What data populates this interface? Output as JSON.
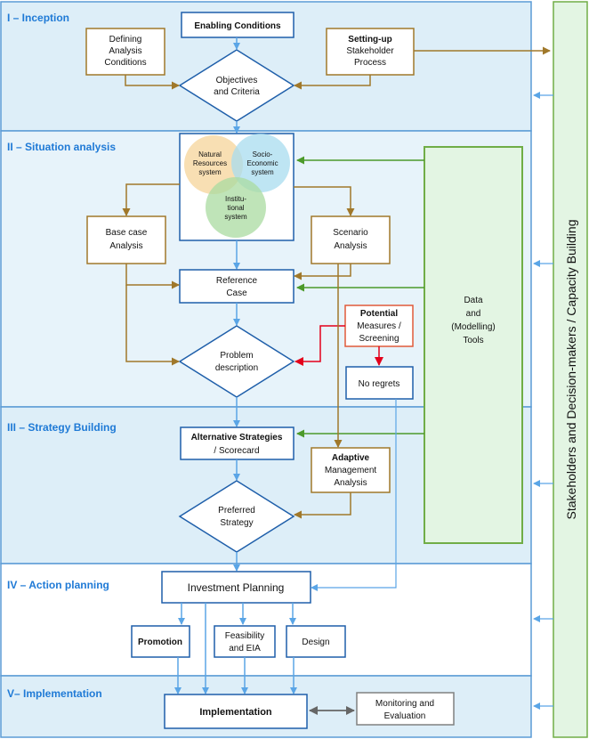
{
  "phases": {
    "inception": "I – Inception",
    "situation": "II – Situation analysis",
    "strategy": "III – Strategy Building",
    "action": "IV – Action planning",
    "implementation": "V– Implementation"
  },
  "sidebar": {
    "label": "Stakeholders and Decision-makers / Capacity Building"
  },
  "nodes": {
    "enabling": "Enabling Conditions",
    "defining": [
      "Defining",
      "Analysis",
      "Conditions"
    ],
    "setup": [
      "Setting-up",
      "Stakeholder",
      "Process"
    ],
    "objectives": [
      "Objectives",
      "and Criteria"
    ],
    "natural": [
      "Natural",
      "Resources",
      "system"
    ],
    "socio": [
      "Socio-",
      "Economic",
      "system"
    ],
    "institutional": [
      "Institu-",
      "tional",
      "system"
    ],
    "base_case": [
      "Base case",
      "Analysis"
    ],
    "scenario": [
      "Scenario",
      "Analysis"
    ],
    "reference": [
      "Reference",
      "Case"
    ],
    "potential": [
      "Potential",
      "Measures /",
      "Screening"
    ],
    "problem": [
      "Problem",
      "description"
    ],
    "no_regrets": "No regrets",
    "data": [
      "Data",
      "and",
      "(Modelling)",
      "Tools"
    ],
    "alternative": [
      "Alternative Strategies",
      "/ Scorecard"
    ],
    "adaptive": [
      "Adaptive",
      "Management",
      "Analysis"
    ],
    "preferred": [
      "Preferred",
      "Strategy"
    ],
    "investment": "Investment Planning",
    "promotion": "Promotion",
    "feasibility": [
      "Feasibility",
      "and EIA"
    ],
    "design": "Design",
    "implementation": "Implementation",
    "monitoring": [
      "Monitoring and",
      "Evaluation"
    ]
  },
  "colors": {
    "phase_border": "#5b9bd5",
    "phase_fill_light": "#ddeef8",
    "phase_fill_white": "#ffffff",
    "box_blue": "#1f5faa",
    "box_gold": "#a0782a",
    "box_green": "#70ad47",
    "box_red": "#e05a3a",
    "box_gray": "#808080",
    "arrow_blue": "#5aa5e6",
    "arrow_gold": "#a0782a",
    "arrow_green": "#4c9a2a",
    "arrow_red": "#e3001b",
    "circle_natural": "#f6d49a",
    "circle_socio": "#a8dcef",
    "circle_institutional": "#a9dba0"
  }
}
